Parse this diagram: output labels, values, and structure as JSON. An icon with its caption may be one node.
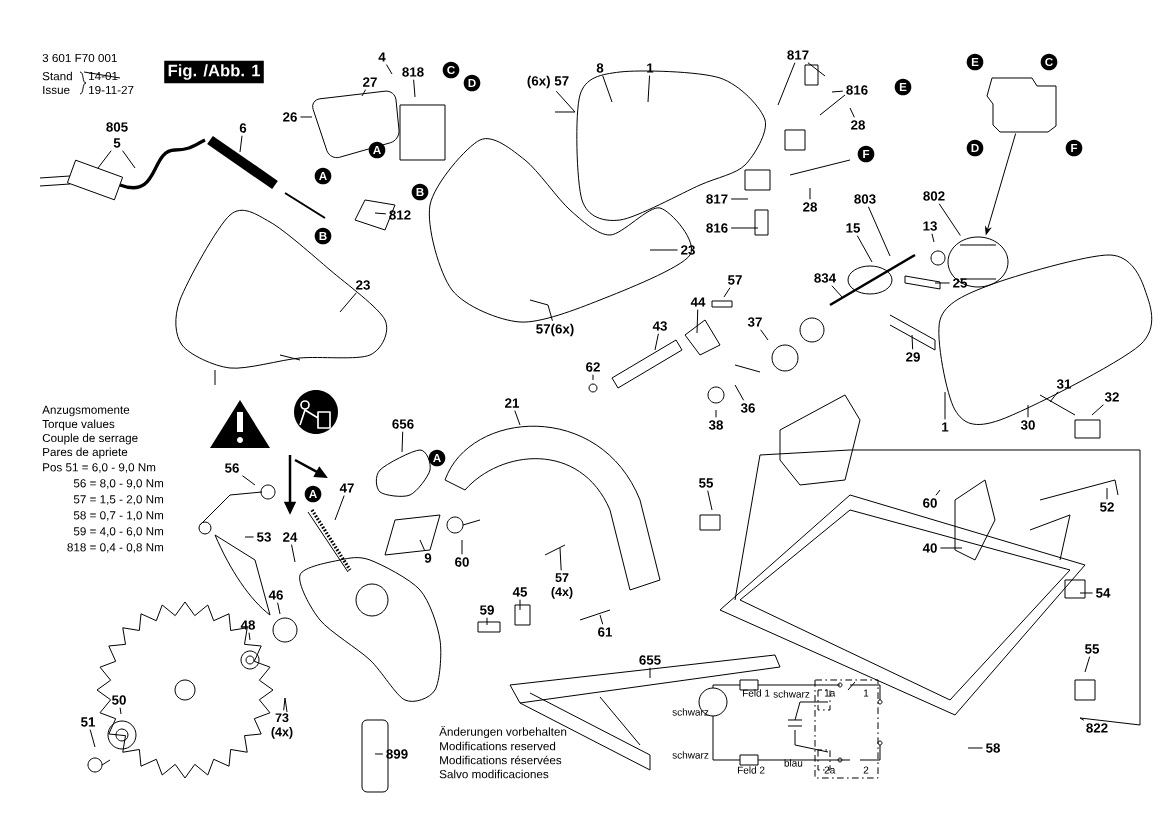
{
  "diagram": {
    "nodes": [
      {
        "text": [
          "Fig. /Abb. 1"
        ]
      },
      {
        "text": [
          "805"
        ]
      },
      {
        "text": [
          "5"
        ]
      },
      {
        "text": [
          "6"
        ]
      },
      {
        "text": [
          "4"
        ]
      },
      {
        "text": [
          "818"
        ]
      },
      {
        "text": [
          "27"
        ]
      },
      {
        "text": [
          "C"
        ]
      },
      {
        "text": [
          "D"
        ]
      },
      {
        "text": [
          "26"
        ]
      },
      {
        "text": [
          "A"
        ]
      },
      {
        "text": [
          "B"
        ]
      },
      {
        "text": [
          "A"
        ]
      },
      {
        "text": [
          "B"
        ]
      },
      {
        "text": [
          "812"
        ]
      },
      {
        "text": [
          "(6x) 57"
        ]
      },
      {
        "text": [
          "8"
        ]
      },
      {
        "text": [
          "1"
        ]
      },
      {
        "text": [
          "817"
        ]
      },
      {
        "text": [
          "816"
        ]
      },
      {
        "text": [
          "E"
        ]
      },
      {
        "text": [
          "28"
        ]
      },
      {
        "text": [
          "F"
        ]
      },
      {
        "text": [
          "817"
        ]
      },
      {
        "text": [
          "28"
        ]
      },
      {
        "text": [
          "816"
        ]
      },
      {
        "text": [
          "803"
        ]
      },
      {
        "text": [
          "802"
        ]
      },
      {
        "text": [
          "13"
        ]
      },
      {
        "text": [
          "15"
        ]
      },
      {
        "text": [
          "834"
        ]
      },
      {
        "text": [
          "25"
        ]
      },
      {
        "text": [
          "23"
        ]
      },
      {
        "text": [
          "23"
        ]
      },
      {
        "text": [
          "57(6x)"
        ]
      },
      {
        "text": [
          "57"
        ]
      },
      {
        "text": [
          "44"
        ]
      },
      {
        "text": [
          "43"
        ]
      },
      {
        "text": [
          "62"
        ]
      },
      {
        "text": [
          "37"
        ]
      },
      {
        "text": [
          "36"
        ]
      },
      {
        "text": [
          "38"
        ]
      },
      {
        "text": [
          "29"
        ]
      },
      {
        "text": [
          "31"
        ]
      },
      {
        "text": [
          "32"
        ]
      },
      {
        "text": [
          "30"
        ]
      },
      {
        "text": [
          "1"
        ]
      },
      {
        "text": [
          "E"
        ]
      },
      {
        "text": [
          "C"
        ]
      },
      {
        "text": [
          "D"
        ]
      },
      {
        "text": [
          "F"
        ]
      },
      {
        "text": [
          "656"
        ]
      },
      {
        "text": [
          "A"
        ]
      },
      {
        "text": [
          "21"
        ]
      },
      {
        "text": [
          "56"
        ]
      },
      {
        "text": [
          "A"
        ]
      },
      {
        "text": [
          "47"
        ]
      },
      {
        "text": [
          "53"
        ]
      },
      {
        "text": [
          "24"
        ]
      },
      {
        "text": [
          "9"
        ]
      },
      {
        "text": [
          "60"
        ]
      },
      {
        "text": [
          "57 (4x)"
        ]
      },
      {
        "text": [
          "45"
        ]
      },
      {
        "text": [
          "59"
        ]
      },
      {
        "text": [
          "61"
        ]
      },
      {
        "text": [
          "46"
        ]
      },
      {
        "text": [
          "48"
        ]
      },
      {
        "text": [
          "655"
        ]
      },
      {
        "text": [
          "50"
        ]
      },
      {
        "text": [
          "51"
        ]
      },
      {
        "text": [
          "73 (4x)"
        ]
      },
      {
        "text": [
          "899"
        ]
      },
      {
        "text": [
          "55"
        ]
      },
      {
        "text": [
          "60"
        ]
      },
      {
        "text": [
          "40"
        ]
      },
      {
        "text": [
          "52"
        ]
      },
      {
        "text": [
          "54"
        ]
      },
      {
        "text": [
          "55"
        ]
      },
      {
        "text": [
          "822"
        ]
      },
      {
        "text": [
          "58"
        ]
      },
      {
        "text": [],
        "shape": "box"
      },
      {
        "text": [],
        "shape": "cylinder"
      }
    ],
    "edges": [
      {
        "from": 2,
        "to": null,
        "arrow": "none"
      },
      {
        "from": 2,
        "to": null,
        "arrow": "none"
      },
      {
        "from": 3,
        "to": null,
        "arrow": "none"
      },
      {
        "from": 4,
        "to": null,
        "arrow": "none"
      },
      {
        "from": 5,
        "to": null,
        "arrow": "none"
      },
      {
        "from": 6,
        "to": null,
        "arrow": "none"
      },
      {
        "from": 9,
        "to": null,
        "arrow": "none"
      },
      {
        "from": 14,
        "to": null,
        "arrow": "none"
      },
      {
        "from": 15,
        "to": null,
        "arrow": "none"
      },
      {
        "from": 16,
        "to": null,
        "arrow": "none"
      },
      {
        "from": 17,
        "to": null,
        "arrow": "none"
      },
      {
        "from": 18,
        "to": null,
        "arrow": "none"
      },
      {
        "from": 18,
        "to": null,
        "arrow": "none"
      },
      {
        "from": 19,
        "to": null,
        "arrow": "none"
      },
      {
        "from": 21,
        "to": null,
        "arrow": "none"
      },
      {
        "from": 23,
        "to": null,
        "arrow": "none"
      },
      {
        "from": 24,
        "to": null,
        "arrow": "none"
      },
      {
        "from": 25,
        "to": null,
        "arrow": "none"
      },
      {
        "from": 26,
        "to": null,
        "arrow": "none"
      },
      {
        "from": 27,
        "to": 81,
        "arrow": "none"
      },
      {
        "from": 28,
        "to": null,
        "arrow": "none"
      },
      {
        "from": 29,
        "to": null,
        "arrow": "none"
      },
      {
        "from": 30,
        "to": null,
        "arrow": "none"
      },
      {
        "from": 31,
        "to": null,
        "arrow": "none"
      },
      {
        "from": 32,
        "to": null,
        "arrow": "none"
      },
      {
        "from": 33,
        "to": null,
        "arrow": "none"
      },
      {
        "from": 34,
        "to": null,
        "arrow": "none"
      },
      {
        "from": 35,
        "to": null,
        "arrow": "none"
      },
      {
        "from": 36,
        "to": null,
        "arrow": "none"
      },
      {
        "from": 37,
        "to": null,
        "arrow": "none"
      },
      {
        "from": 38,
        "to": null,
        "arrow": "none"
      },
      {
        "from": 39,
        "to": null,
        "arrow": "none"
      },
      {
        "from": 40,
        "to": null,
        "arrow": "none"
      },
      {
        "from": 41,
        "to": null,
        "arrow": "none"
      },
      {
        "from": 42,
        "to": null,
        "arrow": "none"
      },
      {
        "from": 43,
        "to": null,
        "arrow": "none"
      },
      {
        "from": 44,
        "to": null,
        "arrow": "none"
      },
      {
        "from": 45,
        "to": null,
        "arrow": "none"
      },
      {
        "from": 46,
        "to": null,
        "arrow": "none"
      },
      {
        "from": 51,
        "to": null,
        "arrow": "none"
      },
      {
        "from": 53,
        "to": null,
        "arrow": "none"
      },
      {
        "from": 54,
        "to": null,
        "arrow": "none"
      },
      {
        "from": 56,
        "to": null,
        "arrow": "none"
      },
      {
        "from": 57,
        "to": null,
        "arrow": "none"
      },
      {
        "from": 58,
        "to": null,
        "arrow": "none"
      },
      {
        "from": 59,
        "to": null,
        "arrow": "none"
      },
      {
        "from": 60,
        "to": null,
        "arrow": "none"
      },
      {
        "from": 61,
        "to": null,
        "arrow": "none"
      },
      {
        "from": 62,
        "to": null,
        "arrow": "none"
      },
      {
        "from": 63,
        "to": null,
        "arrow": "none"
      },
      {
        "from": 64,
        "to": null,
        "arrow": "none"
      },
      {
        "from": 65,
        "to": null,
        "arrow": "none"
      },
      {
        "from": 66,
        "to": null,
        "arrow": "none"
      },
      {
        "from": 67,
        "to": null,
        "arrow": "none"
      },
      {
        "from": 68,
        "to": null,
        "arrow": "none"
      },
      {
        "from": 69,
        "to": null,
        "arrow": "none"
      },
      {
        "from": 70,
        "to": null,
        "arrow": "none"
      },
      {
        "from": 71,
        "to": null,
        "arrow": "none"
      },
      {
        "from": 72,
        "to": null,
        "arrow": "none"
      },
      {
        "from": 73,
        "to": null,
        "arrow": "none"
      },
      {
        "from": 74,
        "to": null,
        "arrow": "none"
      },
      {
        "from": 75,
        "to": null,
        "arrow": "none"
      },
      {
        "from": 76,
        "to": null,
        "arrow": "none"
      },
      {
        "from": 77,
        "to": null,
        "arrow": "none"
      },
      {
        "from": 78,
        "to": null,
        "arrow": "none"
      },
      {
        "from": 79,
        "to": null,
        "arrow": "none"
      },
      {
        "from": 80,
        "to": 81,
        "arrow": "to"
      }
    ],
    "labels": [
      "3 601 F70 001",
      "Stand",
      "14-01",
      "Issue",
      "19-11-27",
      "Anzugsmomente",
      "Torque values",
      "Couple de serrage",
      "Pares de apriete",
      "Pos  51 = 6,0 - 9,0 Nm",
      "56 = 8,0 - 9,0 Nm",
      "57 = 1,5 - 2,0 Nm",
      "58 = 0,7 - 1,0 Nm",
      "59 = 4,0 - 6,0 Nm",
      "818 = 0,4 - 0,8 Nm",
      "Änderungen vorbehalten",
      "Modifications reserved",
      "Modifications réservées",
      "Salvo modificaciones",
      "Feld 1",
      "schwarz",
      "1a",
      "1",
      "schwarz",
      "schwarz",
      "Feld 2",
      "blau",
      "2a",
      "2"
    ]
  }
}
